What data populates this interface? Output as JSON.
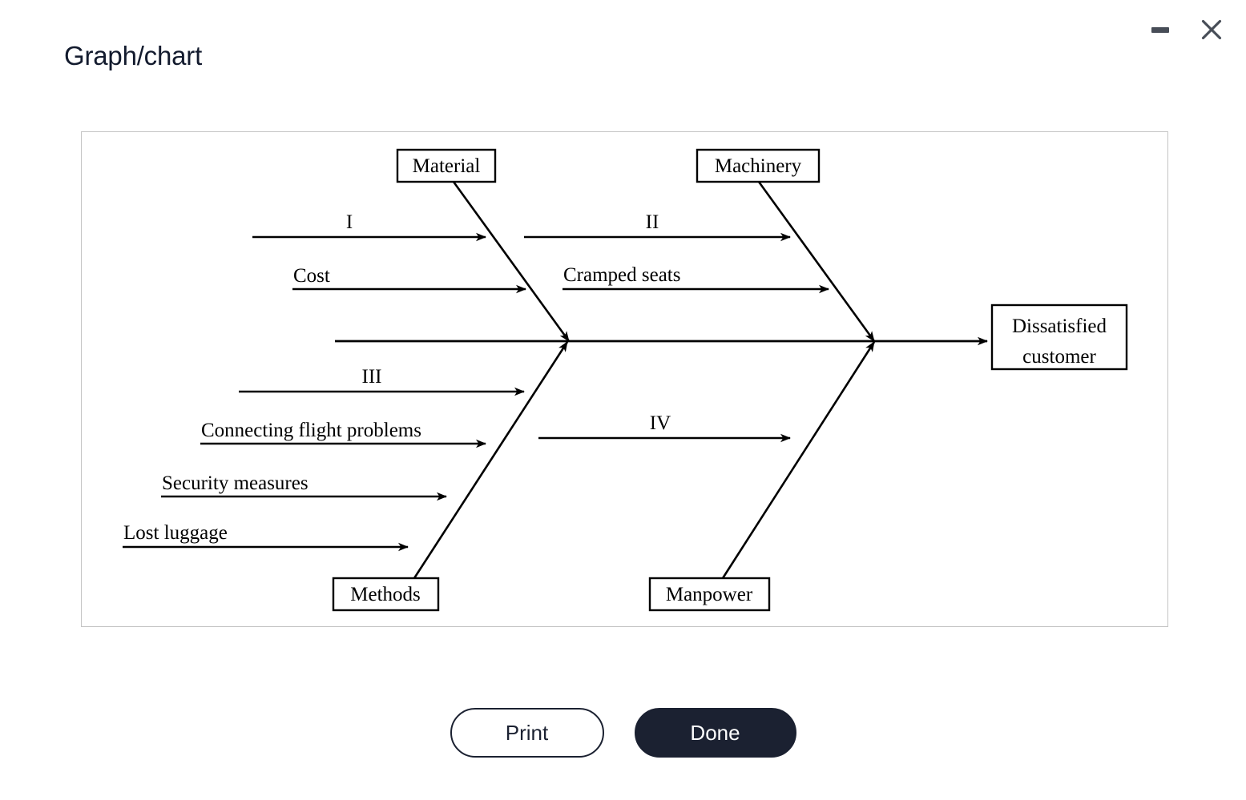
{
  "window": {
    "title": "Graph/chart",
    "minimize_icon": "minimize-icon",
    "close_icon": "close-icon"
  },
  "footer": {
    "print_label": "Print",
    "done_label": "Done"
  },
  "colors": {
    "title_text": "#131b2e",
    "panel_border": "#c4c4c4",
    "diagram_stroke": "#000000",
    "primary_button_bg": "#1b2131",
    "primary_button_text": "#ffffff",
    "secondary_button_text": "#1b2131",
    "window_control": "#474d57"
  },
  "chart_data": {
    "type": "diagram",
    "diagram_type": "fishbone",
    "title": "",
    "effect": "Dissatisfied customer",
    "categories": [
      {
        "name": "Material",
        "position": "top-left",
        "causes": [
          "I",
          "Cost"
        ]
      },
      {
        "name": "Machinery",
        "position": "top-right",
        "causes": [
          "II",
          "Cramped seats"
        ]
      },
      {
        "name": "Methods",
        "position": "bottom-left",
        "causes": [
          "III",
          "Connecting flight problems",
          "Security measures",
          "Lost luggage"
        ]
      },
      {
        "name": "Manpower",
        "position": "bottom-right",
        "causes": [
          "IV"
        ]
      }
    ],
    "labels": {
      "material": "Material",
      "machinery": "Machinery",
      "methods": "Methods",
      "manpower": "Manpower",
      "effect_line1": "Dissatisfied",
      "effect_line2": "customer",
      "cause_i": "I",
      "cause_cost": "Cost",
      "cause_ii": "II",
      "cause_cramped_seats": "Cramped seats",
      "cause_iii": "III",
      "cause_connecting_flight": "Connecting flight problems",
      "cause_security": "Security measures",
      "cause_lost_luggage": "Lost luggage",
      "cause_iv": "IV"
    }
  }
}
